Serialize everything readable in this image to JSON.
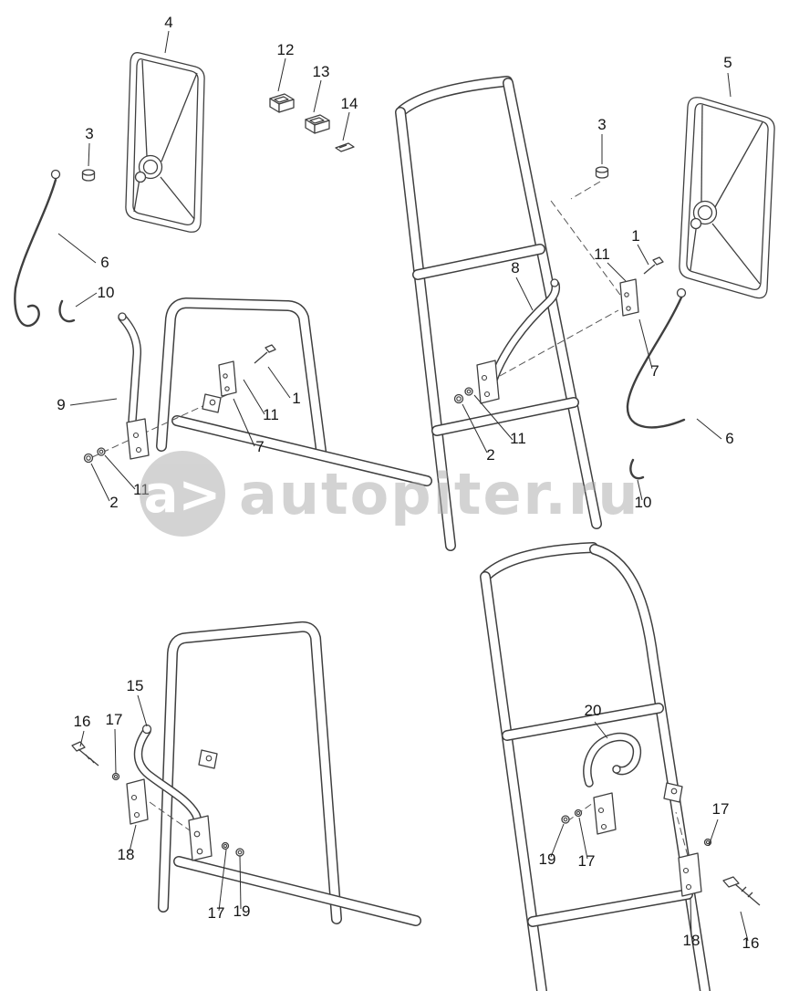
{
  "colors": {
    "background": "#ffffff",
    "ink": "#3f3f3f",
    "watermark": "#a9a9a9"
  },
  "watermark": {
    "logo_text": "a>",
    "brand_text": "autopiter.ru"
  },
  "callouts": [
    {
      "label": "4"
    },
    {
      "label": "12"
    },
    {
      "label": "13"
    },
    {
      "label": "14"
    },
    {
      "label": "3"
    },
    {
      "label": "6"
    },
    {
      "label": "10"
    },
    {
      "label": "9"
    },
    {
      "label": "1"
    },
    {
      "label": "11"
    },
    {
      "label": "7"
    },
    {
      "label": "11"
    },
    {
      "label": "2"
    },
    {
      "label": "8"
    },
    {
      "label": "11"
    },
    {
      "label": "1"
    },
    {
      "label": "3"
    },
    {
      "label": "7"
    },
    {
      "label": "2"
    },
    {
      "label": "11"
    },
    {
      "label": "5"
    },
    {
      "label": "6"
    },
    {
      "label": "10"
    },
    {
      "label": "15"
    },
    {
      "label": "16"
    },
    {
      "label": "17"
    },
    {
      "label": "18"
    },
    {
      "label": "17"
    },
    {
      "label": "19"
    },
    {
      "label": "20"
    },
    {
      "label": "19"
    },
    {
      "label": "17"
    },
    {
      "label": "17"
    },
    {
      "label": "18"
    },
    {
      "label": "16"
    }
  ]
}
